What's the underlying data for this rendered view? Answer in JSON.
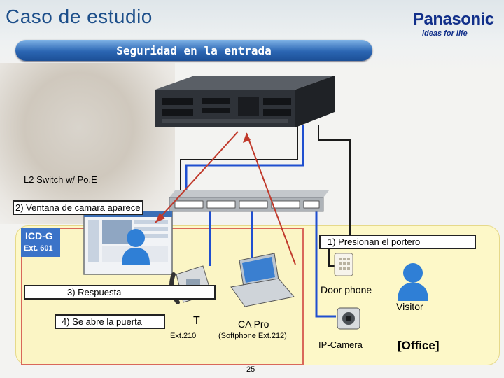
{
  "header": {
    "title": "Caso de estudio",
    "subtitle": "Seguridad en la entrada",
    "brand": {
      "name": "Panasonic",
      "tagline": "ideas for life"
    }
  },
  "nodes": {
    "switch_label": "L2 Switch w/ Po.E",
    "icd": {
      "name": "ICD-G",
      "ext": "Ext. 601"
    },
    "kx_phone_fragment": "T",
    "kx_phone_ext": "Ext.210",
    "ca_pro": {
      "name": "CA Pro",
      "detail": "(Softphone Ext.212)"
    },
    "door_phone": "Door phone",
    "visitor": "Visitor",
    "ip_camera": "IP-Camera",
    "office": "[Office]"
  },
  "steps": [
    "1) Presionan el portero",
    "2) Ventana de camara aparece",
    "3) Respuesta",
    "4) Se abre la puerta"
  ],
  "page_number": "25",
  "colors": {
    "title": "#1d4f8a",
    "brand": "#12308a",
    "subtitle_bar": "#2b66b3",
    "office_zone": "#fdf8c8",
    "icd_border": "#d9685a",
    "cable_blue": "#1f4fd0",
    "cable_dark": "#1a1a1a",
    "arrow_red": "#c0392b",
    "person": "#2f7fd6"
  },
  "icons": [
    "pbx-icon",
    "switch-icon",
    "monitor-icon",
    "person-icon",
    "phone-icon",
    "laptop-icon",
    "door-phone-icon",
    "camera-icon"
  ]
}
